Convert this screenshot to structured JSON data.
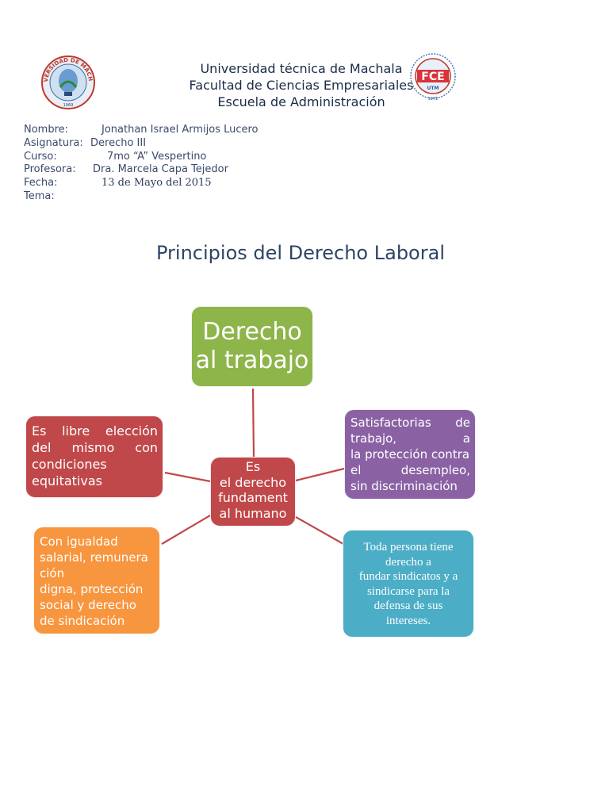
{
  "header": {
    "line1": "Universidad técnica de Machala",
    "line2": "Facultad de Ciencias Empresariales",
    "line3": "Escuela de Administración"
  },
  "logos": {
    "left_text": "UNIVERSIDAD DE MACHALA",
    "left_small": "1969",
    "right_text": "FCE",
    "right_small": "UTM",
    "right_year": "1972"
  },
  "info": {
    "nombre_label": "Nombre:",
    "nombre_value": "Jonathan Israel Armijos Lucero",
    "asignatura_label": "Asignatura:",
    "asignatura_value": "Derecho III",
    "curso_label": "Curso:",
    "curso_value": "7mo “A” Vespertino",
    "profesora_label": "Profesora:",
    "profesora_value": "Dra. Marcela Capa Tejedor",
    "fecha_label": "Fecha:",
    "fecha_value": "13 de Mayo del 2015",
    "tema_label": "Tema:"
  },
  "title": "Principios del Derecho Laboral",
  "diagram": {
    "top": [
      "Derecho",
      "al trabajo"
    ],
    "center": [
      "Es",
      "el derecho",
      "fundament",
      "al humano"
    ],
    "left": [
      [
        "Es",
        "libre",
        "elección"
      ],
      [
        "del",
        "mismo",
        "con"
      ],
      [
        "condiciones"
      ],
      [
        "equitativas"
      ]
    ],
    "right": [
      [
        "Satisfactorias",
        "de"
      ],
      [
        "trabajo,",
        "a"
      ],
      [
        "la protección contra"
      ],
      [
        "el",
        "desempleo,"
      ],
      [
        "sin discriminación"
      ]
    ],
    "bottom_left": [
      "Con igualdad",
      "salarial, remunera",
      "ción",
      "digna, protección",
      "social y derecho",
      "de sindicación"
    ],
    "bottom_right": [
      "Toda persona tiene",
      "derecho a",
      "fundar sindicatos y a",
      "sindicarse para la",
      "defensa de sus",
      "intereses."
    ]
  },
  "colors": {
    "green": "#8db54a",
    "red": "#c0484a",
    "purple": "#8a62a4",
    "orange": "#f7963f",
    "blue": "#4badc6",
    "connector": "#c0484a"
  }
}
